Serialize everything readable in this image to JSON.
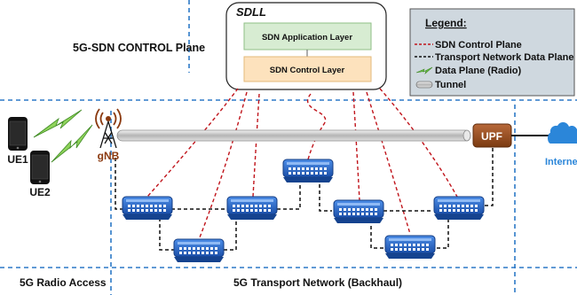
{
  "regions": {
    "control_plane": "5G-SDN CONTROL Plane",
    "radio_access": "5G Radio Access",
    "transport": "5G Transport Network (Backhaul)"
  },
  "sdll": {
    "title": "SDLL",
    "app_layer": "SDN Application Layer",
    "control_layer": "SDN Control Layer"
  },
  "legend": {
    "title": "Legend:",
    "items": [
      {
        "label": "SDN Control Plane",
        "symbol": "red-dashed-line"
      },
      {
        "label": "Transport Network Data Plane",
        "symbol": "black-dashed-line"
      },
      {
        "label": "Data Plane (Radio)",
        "symbol": "lightning-icon"
      },
      {
        "label": "Tunnel",
        "symbol": "tunnel-pipe"
      }
    ]
  },
  "nodes": {
    "ue1": "UE1",
    "ue2": "UE2",
    "gnb": "gNB",
    "upf": "UPF",
    "internet": "Internet"
  },
  "colors": {
    "control_plane": "#c0141b",
    "switch": "#1f5fc7",
    "upf": "#a0522d",
    "gnb": "#8b3a10",
    "internet": "#2b86d9",
    "region_border": "#2d79c7",
    "app_layer": "#d7ecd2",
    "control_layer": "#fde2bd",
    "legend_bg": "#cfd8df"
  }
}
